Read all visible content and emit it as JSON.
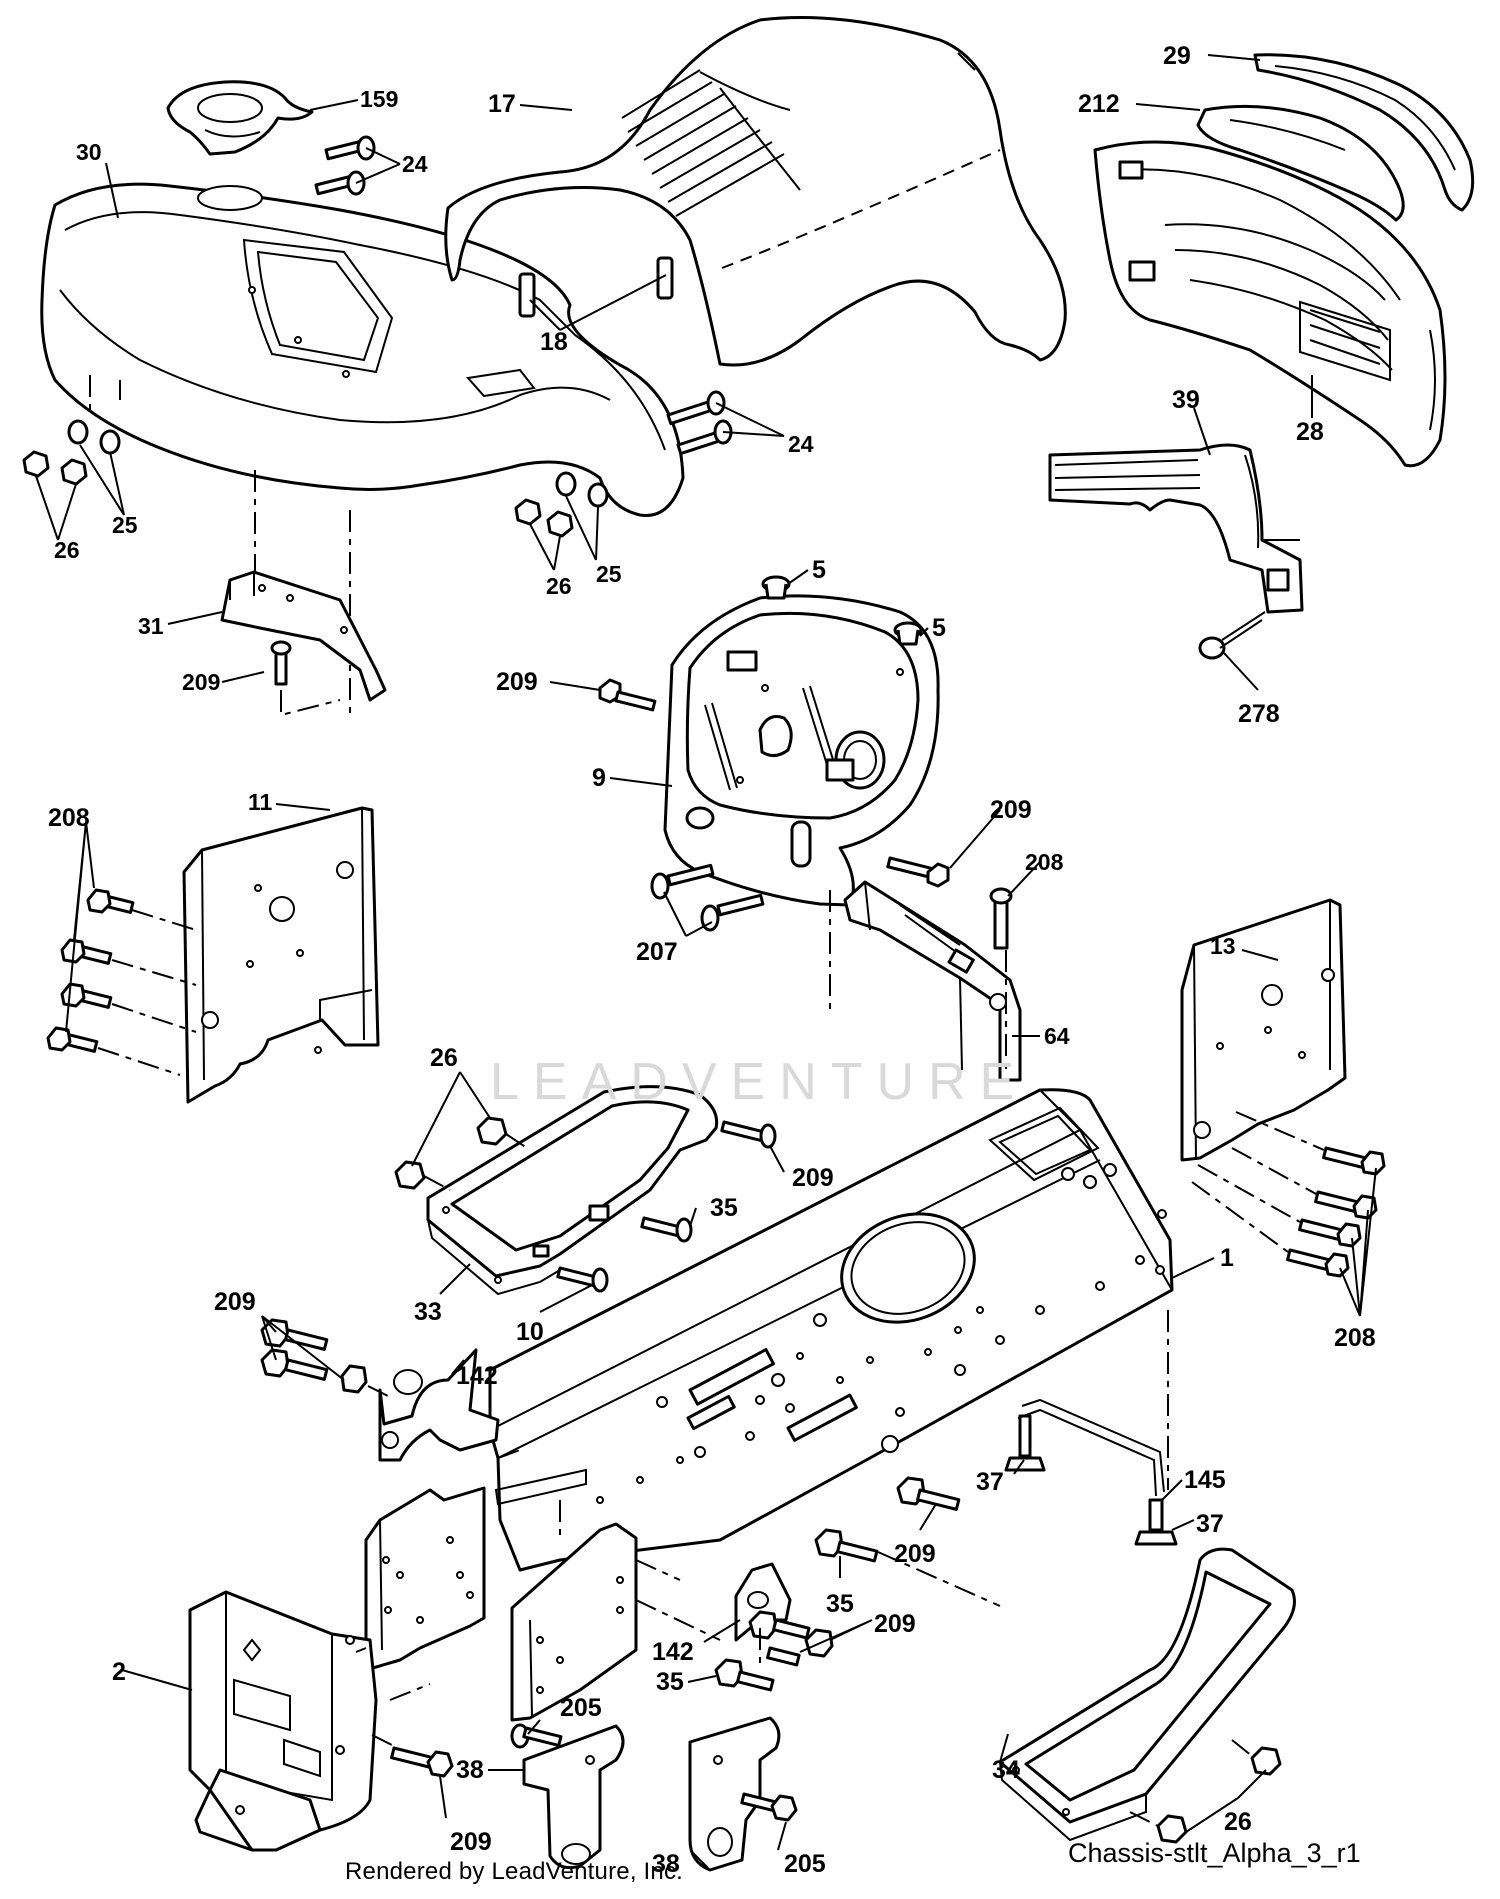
{
  "diagram": {
    "callouts": [
      {
        "id": "159",
        "label": "159"
      },
      {
        "id": "30",
        "label": "30"
      },
      {
        "id": "24a",
        "label": "24"
      },
      {
        "id": "17",
        "label": "17"
      },
      {
        "id": "18",
        "label": "18"
      },
      {
        "id": "29",
        "label": "29"
      },
      {
        "id": "212",
        "label": "212"
      },
      {
        "id": "28",
        "label": "28"
      },
      {
        "id": "39",
        "label": "39"
      },
      {
        "id": "278",
        "label": "278"
      },
      {
        "id": "24b",
        "label": "24"
      },
      {
        "id": "25a",
        "label": "25"
      },
      {
        "id": "26a",
        "label": "26"
      },
      {
        "id": "25b",
        "label": "25"
      },
      {
        "id": "26b",
        "label": "26"
      },
      {
        "id": "31",
        "label": "31"
      },
      {
        "id": "209a",
        "label": "209"
      },
      {
        "id": "5a",
        "label": "5"
      },
      {
        "id": "5b",
        "label": "5"
      },
      {
        "id": "209b",
        "label": "209"
      },
      {
        "id": "9",
        "label": "9"
      },
      {
        "id": "209c",
        "label": "209"
      },
      {
        "id": "208a",
        "label": "208"
      },
      {
        "id": "207",
        "label": "207"
      },
      {
        "id": "64",
        "label": "64"
      },
      {
        "id": "208b",
        "label": "208"
      },
      {
        "id": "11",
        "label": "11"
      },
      {
        "id": "13",
        "label": "13"
      },
      {
        "id": "26c",
        "label": "26"
      },
      {
        "id": "209d",
        "label": "209"
      },
      {
        "id": "35a",
        "label": "35"
      },
      {
        "id": "33",
        "label": "33"
      },
      {
        "id": "10",
        "label": "10"
      },
      {
        "id": "1",
        "label": "1"
      },
      {
        "id": "208c",
        "label": "208"
      },
      {
        "id": "209e",
        "label": "209"
      },
      {
        "id": "142a",
        "label": "142"
      },
      {
        "id": "37a",
        "label": "37"
      },
      {
        "id": "145",
        "label": "145"
      },
      {
        "id": "37b",
        "label": "37"
      },
      {
        "id": "209f",
        "label": "209"
      },
      {
        "id": "35b",
        "label": "35"
      },
      {
        "id": "142b",
        "label": "142"
      },
      {
        "id": "209g",
        "label": "209"
      },
      {
        "id": "2",
        "label": "2"
      },
      {
        "id": "205a",
        "label": "205"
      },
      {
        "id": "35c",
        "label": "35"
      },
      {
        "id": "38a",
        "label": "38"
      },
      {
        "id": "209h",
        "label": "209"
      },
      {
        "id": "34",
        "label": "34"
      },
      {
        "id": "26d",
        "label": "26"
      },
      {
        "id": "38b",
        "label": "38"
      },
      {
        "id": "205b",
        "label": "205"
      }
    ],
    "watermark": "LEADVENTURE",
    "drawing_code": "Chassis-stlt_Alpha_3_r1",
    "credit": "Rendered by LeadVenture, Inc."
  }
}
